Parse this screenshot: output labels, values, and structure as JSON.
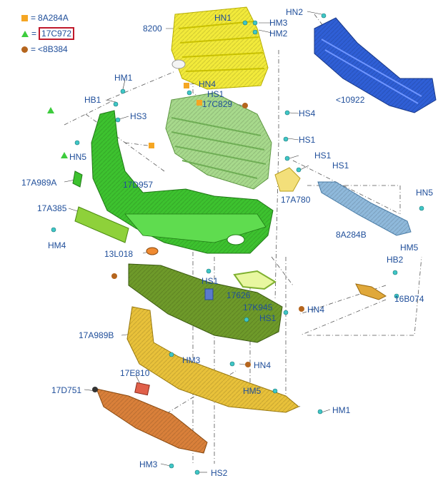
{
  "legend": [
    {
      "symbol": "square",
      "color": "#f5a623",
      "code": "8A284A",
      "highlighted": false
    },
    {
      "symbol": "triangle",
      "color": "#3dcc3d",
      "code": "17C972",
      "highlighted": true
    },
    {
      "symbol": "circle",
      "color": "#b5651d",
      "code": "<8B384",
      "highlighted": false
    }
  ],
  "legend_eq": "=",
  "colors": {
    "label_text": "#1f4e9a",
    "grille_upper": "#f2ea3a",
    "reinforcement": "#2f5fd6",
    "grille_lower": "#a7d98c",
    "bumper_cover": "#3dc22f",
    "absorber": "#8fb9db",
    "lower_shield": "#6e9a2a",
    "spoiler": "#e8c13a",
    "skid_plate": "#d9803a",
    "bracket": "#e0a83a",
    "highlight": "#c0192b"
  },
  "callouts": {
    "c8200": "8200",
    "hn1_top": "HN1",
    "hm3_top": "HM3",
    "hm2": "HM2",
    "hn2": "HN2",
    "r10922": "<10922",
    "hm1_left": "HM1",
    "hb1": "HB1",
    "hs3": "HS3",
    "hn4_mid": "HN4",
    "hs1_a": "HS1",
    "c17c829": "17C829",
    "hs4": "HS4",
    "hs1_b": "HS1",
    "hn5_left": "HN5",
    "c17a989a": "17A989A",
    "c17d957": "17D957",
    "hs1_c": "HS1",
    "hs1_d": "HS1",
    "c17a780": "17A780",
    "hn5_right": "HN5",
    "c17a385": "17A385",
    "c8a284b": "8A284B",
    "hm4": "HM4",
    "hm5_right": "HM5",
    "c13l018": "13L018",
    "hb2": "HB2",
    "hs1_e": "HS1",
    "c17626": "17626",
    "c16b074": "16B074",
    "c17k945": "17K945",
    "hn4_right": "HN4",
    "hs1_f": "HS1",
    "c17a989b": "17A989B",
    "hm3_mid": "HM3",
    "hn4_low": "HN4",
    "c17e810": "17E810",
    "c17d751": "17D751",
    "hm5_low": "HM5",
    "hm1_right": "HM1",
    "hm3_bottom": "HM3",
    "hs2": "HS2"
  }
}
